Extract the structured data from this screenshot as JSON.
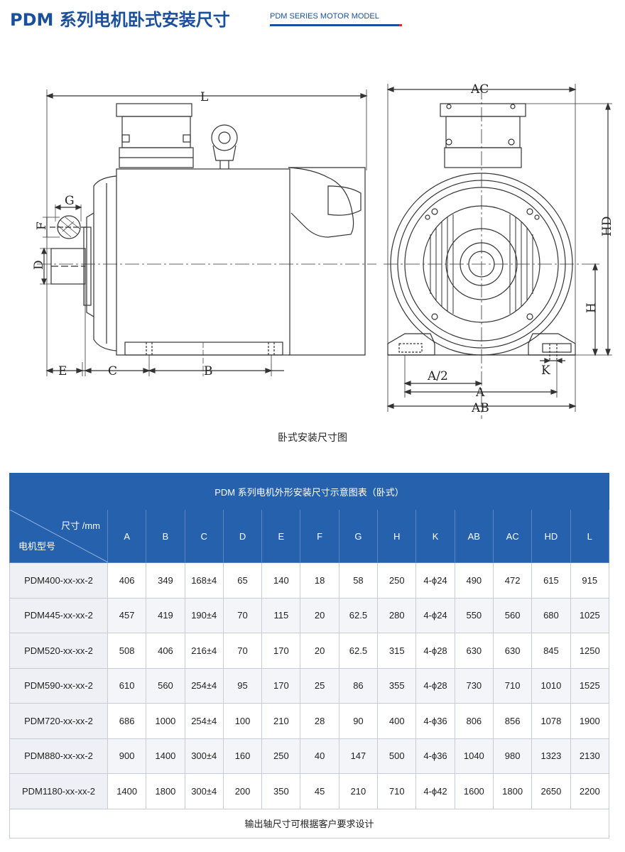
{
  "header": {
    "title": "PDM 系列电机卧式安装尺寸",
    "subtitle": "PDM SERIES MOTOR MODEL"
  },
  "drawing": {
    "labels": {
      "L": "L",
      "G": "G",
      "F": "F",
      "D": "D",
      "E": "E",
      "C": "C",
      "B": "B",
      "AC": "AC",
      "HD": "HD",
      "H": "H",
      "K": "K",
      "A2": "A/2",
      "A": "A",
      "AB": "AB"
    },
    "caption": "卧式安装尺寸图"
  },
  "table": {
    "title": "PDM 系列电机外形安装尺寸示意图表（卧式）",
    "corner_unit": "尺寸 /mm",
    "corner_model": "电机型号",
    "columns": [
      "A",
      "B",
      "C",
      "D",
      "E",
      "F",
      "G",
      "H",
      "K",
      "AB",
      "AC",
      "HD",
      "L"
    ],
    "rows": [
      {
        "model": "PDM400-xx-xx-2",
        "values": [
          "406",
          "349",
          "168±4",
          "65",
          "140",
          "18",
          "58",
          "250",
          "4-ϕ24",
          "490",
          "472",
          "615",
          "915"
        ]
      },
      {
        "model": "PDM445-xx-xx-2",
        "values": [
          "457",
          "419",
          "190±4",
          "70",
          "115",
          "20",
          "62.5",
          "280",
          "4-ϕ24",
          "550",
          "560",
          "680",
          "1025"
        ]
      },
      {
        "model": "PDM520-xx-xx-2",
        "values": [
          "508",
          "406",
          "216±4",
          "70",
          "170",
          "20",
          "62.5",
          "315",
          "4-ϕ28",
          "630",
          "630",
          "845",
          "1250"
        ]
      },
      {
        "model": "PDM590-xx-xx-2",
        "values": [
          "610",
          "560",
          "254±4",
          "95",
          "170",
          "25",
          "86",
          "355",
          "4-ϕ28",
          "730",
          "710",
          "1010",
          "1525"
        ]
      },
      {
        "model": "PDM720-xx-xx-2",
        "values": [
          "686",
          "1000",
          "254±4",
          "100",
          "210",
          "28",
          "90",
          "400",
          "4-ϕ36",
          "806",
          "856",
          "1078",
          "1900"
        ]
      },
      {
        "model": "PDM880-xx-xx-2",
        "values": [
          "900",
          "1400",
          "300±4",
          "160",
          "250",
          "40",
          "147",
          "500",
          "4-ϕ36",
          "1040",
          "980",
          "1323",
          "2130"
        ]
      },
      {
        "model": "PDM1180-xx-xx-2",
        "values": [
          "1400",
          "1800",
          "300±4",
          "200",
          "350",
          "45",
          "210",
          "710",
          "4-ϕ42",
          "1600",
          "1800",
          "2650",
          "2200"
        ]
      }
    ],
    "footer": "输出轴尺寸可根据客户要求设计"
  }
}
